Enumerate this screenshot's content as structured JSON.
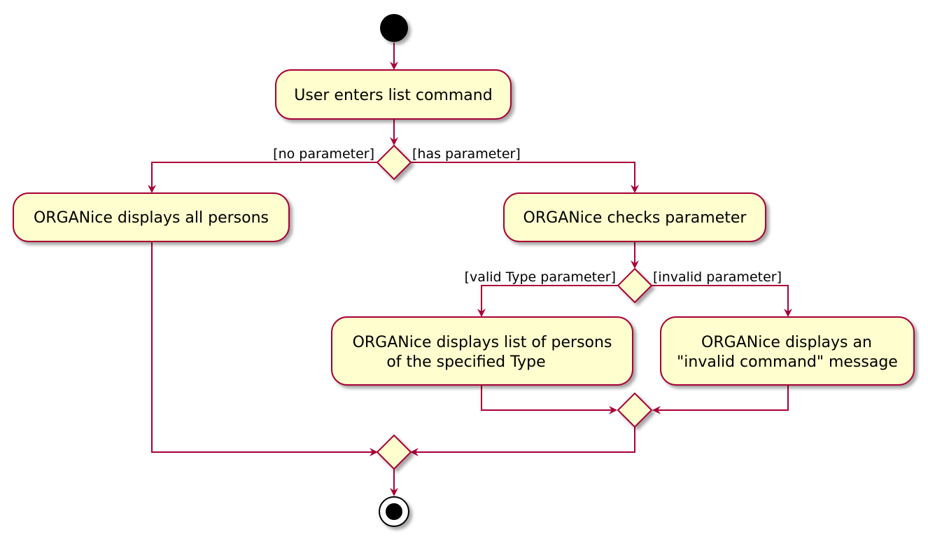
{
  "colors": {
    "arrow": "#A80036",
    "node_fill": "#FEFECE",
    "node_stroke": "#A80036",
    "start_fill": "#000000",
    "shadow": "#c9c9c9"
  },
  "nodes": {
    "start": {
      "kind": "initial-node"
    },
    "enter_list": {
      "label": "User enters list command"
    },
    "display_all": {
      "label": "ORGANice displays all persons"
    },
    "check_param": {
      "label": "ORGANice checks parameter"
    },
    "display_type": {
      "line1": "ORGANice displays list of persons",
      "line2": "of the specified Type"
    },
    "display_invalid": {
      "line1": "ORGANice displays an",
      "line2": "\"invalid command\" message"
    },
    "end": {
      "kind": "final-node"
    }
  },
  "guards": {
    "no_parameter": "[no parameter]",
    "has_parameter": "[has parameter]",
    "valid_type": "[valid Type parameter]",
    "invalid_parameter": "[invalid parameter]"
  }
}
